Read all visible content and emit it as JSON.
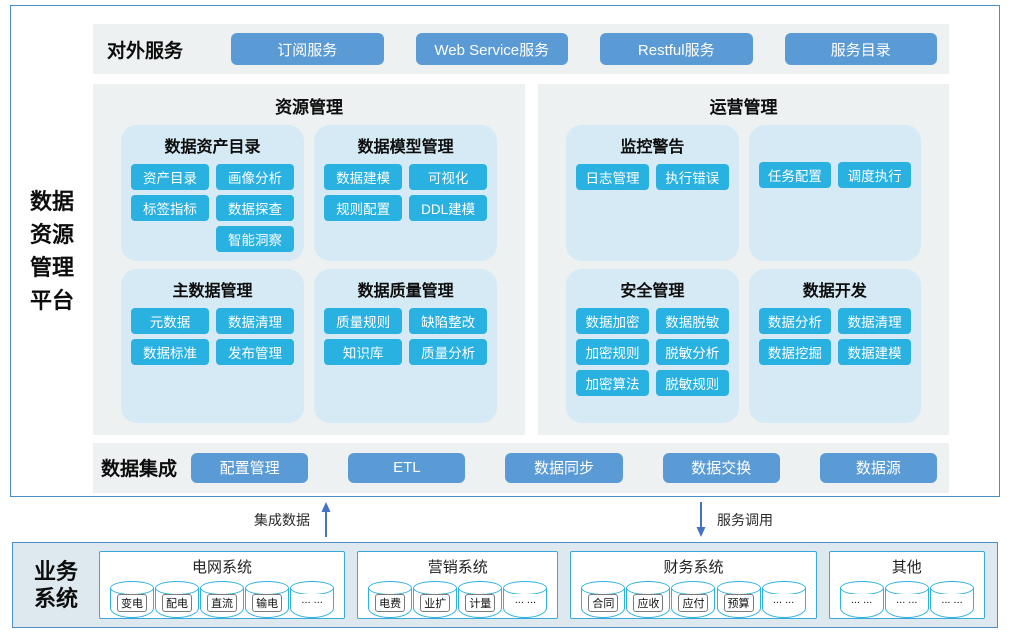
{
  "colors": {
    "outer_border": "#4d8ec5",
    "band_bg": "#edf1f2",
    "card_bg": "#d5eaf4",
    "service_button": "#5b9bd5",
    "feature_button": "#29b1e2",
    "business_bg": "#dde8ef",
    "system_border": "#3aa8d8",
    "cylinder_border": "#2fb2e2",
    "arrow": "#4472c4"
  },
  "platform": {
    "title_lines": [
      "数据",
      "资源",
      "管理",
      "平台"
    ]
  },
  "external": {
    "label": "对外服务",
    "buttons": [
      "订阅服务",
      "Web Service服务",
      "Restful服务",
      "服务目录"
    ]
  },
  "resource": {
    "title": "资源管理",
    "cards": [
      {
        "title": "数据资产目录",
        "rows": [
          [
            "资产目录",
            "画像分析"
          ],
          [
            "标签指标",
            "数据探查"
          ],
          [
            "",
            "智能洞察"
          ]
        ]
      },
      {
        "title": "数据模型管理",
        "rows": [
          [
            "数据建模",
            "可视化"
          ],
          [
            "规则配置",
            "DDL建模"
          ]
        ]
      },
      {
        "title": "主数据管理",
        "rows": [
          [
            "元数据",
            "数据清理"
          ],
          [
            "数据标准",
            "发布管理"
          ]
        ]
      },
      {
        "title": "数据质量管理",
        "rows": [
          [
            "质量规则",
            "缺陷整改"
          ],
          [
            "知识库",
            "质量分析"
          ]
        ]
      }
    ]
  },
  "operation": {
    "title": "运营管理",
    "cards": [
      {
        "title": "监控警告",
        "rows": [
          [
            "日志管理",
            "执行错误"
          ]
        ]
      },
      {
        "title": "",
        "rows": [
          [
            "任务配置",
            "调度执行"
          ]
        ]
      },
      {
        "title": "安全管理",
        "rows": [
          [
            "数据加密",
            "数据脱敏"
          ],
          [
            "加密规则",
            "脱敏分析"
          ],
          [
            "加密算法",
            "脱敏规则"
          ]
        ]
      },
      {
        "title": "数据开发",
        "rows": [
          [
            "数据分析",
            "数据清理"
          ],
          [
            "数据挖掘",
            "数据建模"
          ]
        ]
      }
    ]
  },
  "integration": {
    "label": "数据集成",
    "buttons": [
      "配置管理",
      "ETL",
      "数据同步",
      "数据交换",
      "数据源"
    ]
  },
  "arrows": {
    "up_label": "集成数据",
    "down_label": "服务调用"
  },
  "business": {
    "label_lines": [
      "业务",
      "系统"
    ],
    "systems": [
      {
        "title": "电网系统",
        "cylinders": [
          {
            "label": "变电",
            "boxed": true
          },
          {
            "label": "配电",
            "boxed": true
          },
          {
            "label": "直流",
            "boxed": true
          },
          {
            "label": "输电",
            "boxed": true
          },
          {
            "label": "... ...",
            "boxed": false
          }
        ]
      },
      {
        "title": "营销系统",
        "cylinders": [
          {
            "label": "电费",
            "boxed": true
          },
          {
            "label": "业扩",
            "boxed": true
          },
          {
            "label": "计量",
            "boxed": true
          },
          {
            "label": "... ...",
            "boxed": false
          }
        ]
      },
      {
        "title": "财务系统",
        "cylinders": [
          {
            "label": "合同",
            "boxed": true
          },
          {
            "label": "应收",
            "boxed": true
          },
          {
            "label": "应付",
            "boxed": true
          },
          {
            "label": "预算",
            "boxed": true
          },
          {
            "label": "... ...",
            "boxed": false
          }
        ]
      },
      {
        "title": "其他",
        "cylinders": [
          {
            "label": "... ...",
            "boxed": false
          },
          {
            "label": "... ...",
            "boxed": false
          },
          {
            "label": "... ...",
            "boxed": false
          }
        ]
      }
    ]
  }
}
